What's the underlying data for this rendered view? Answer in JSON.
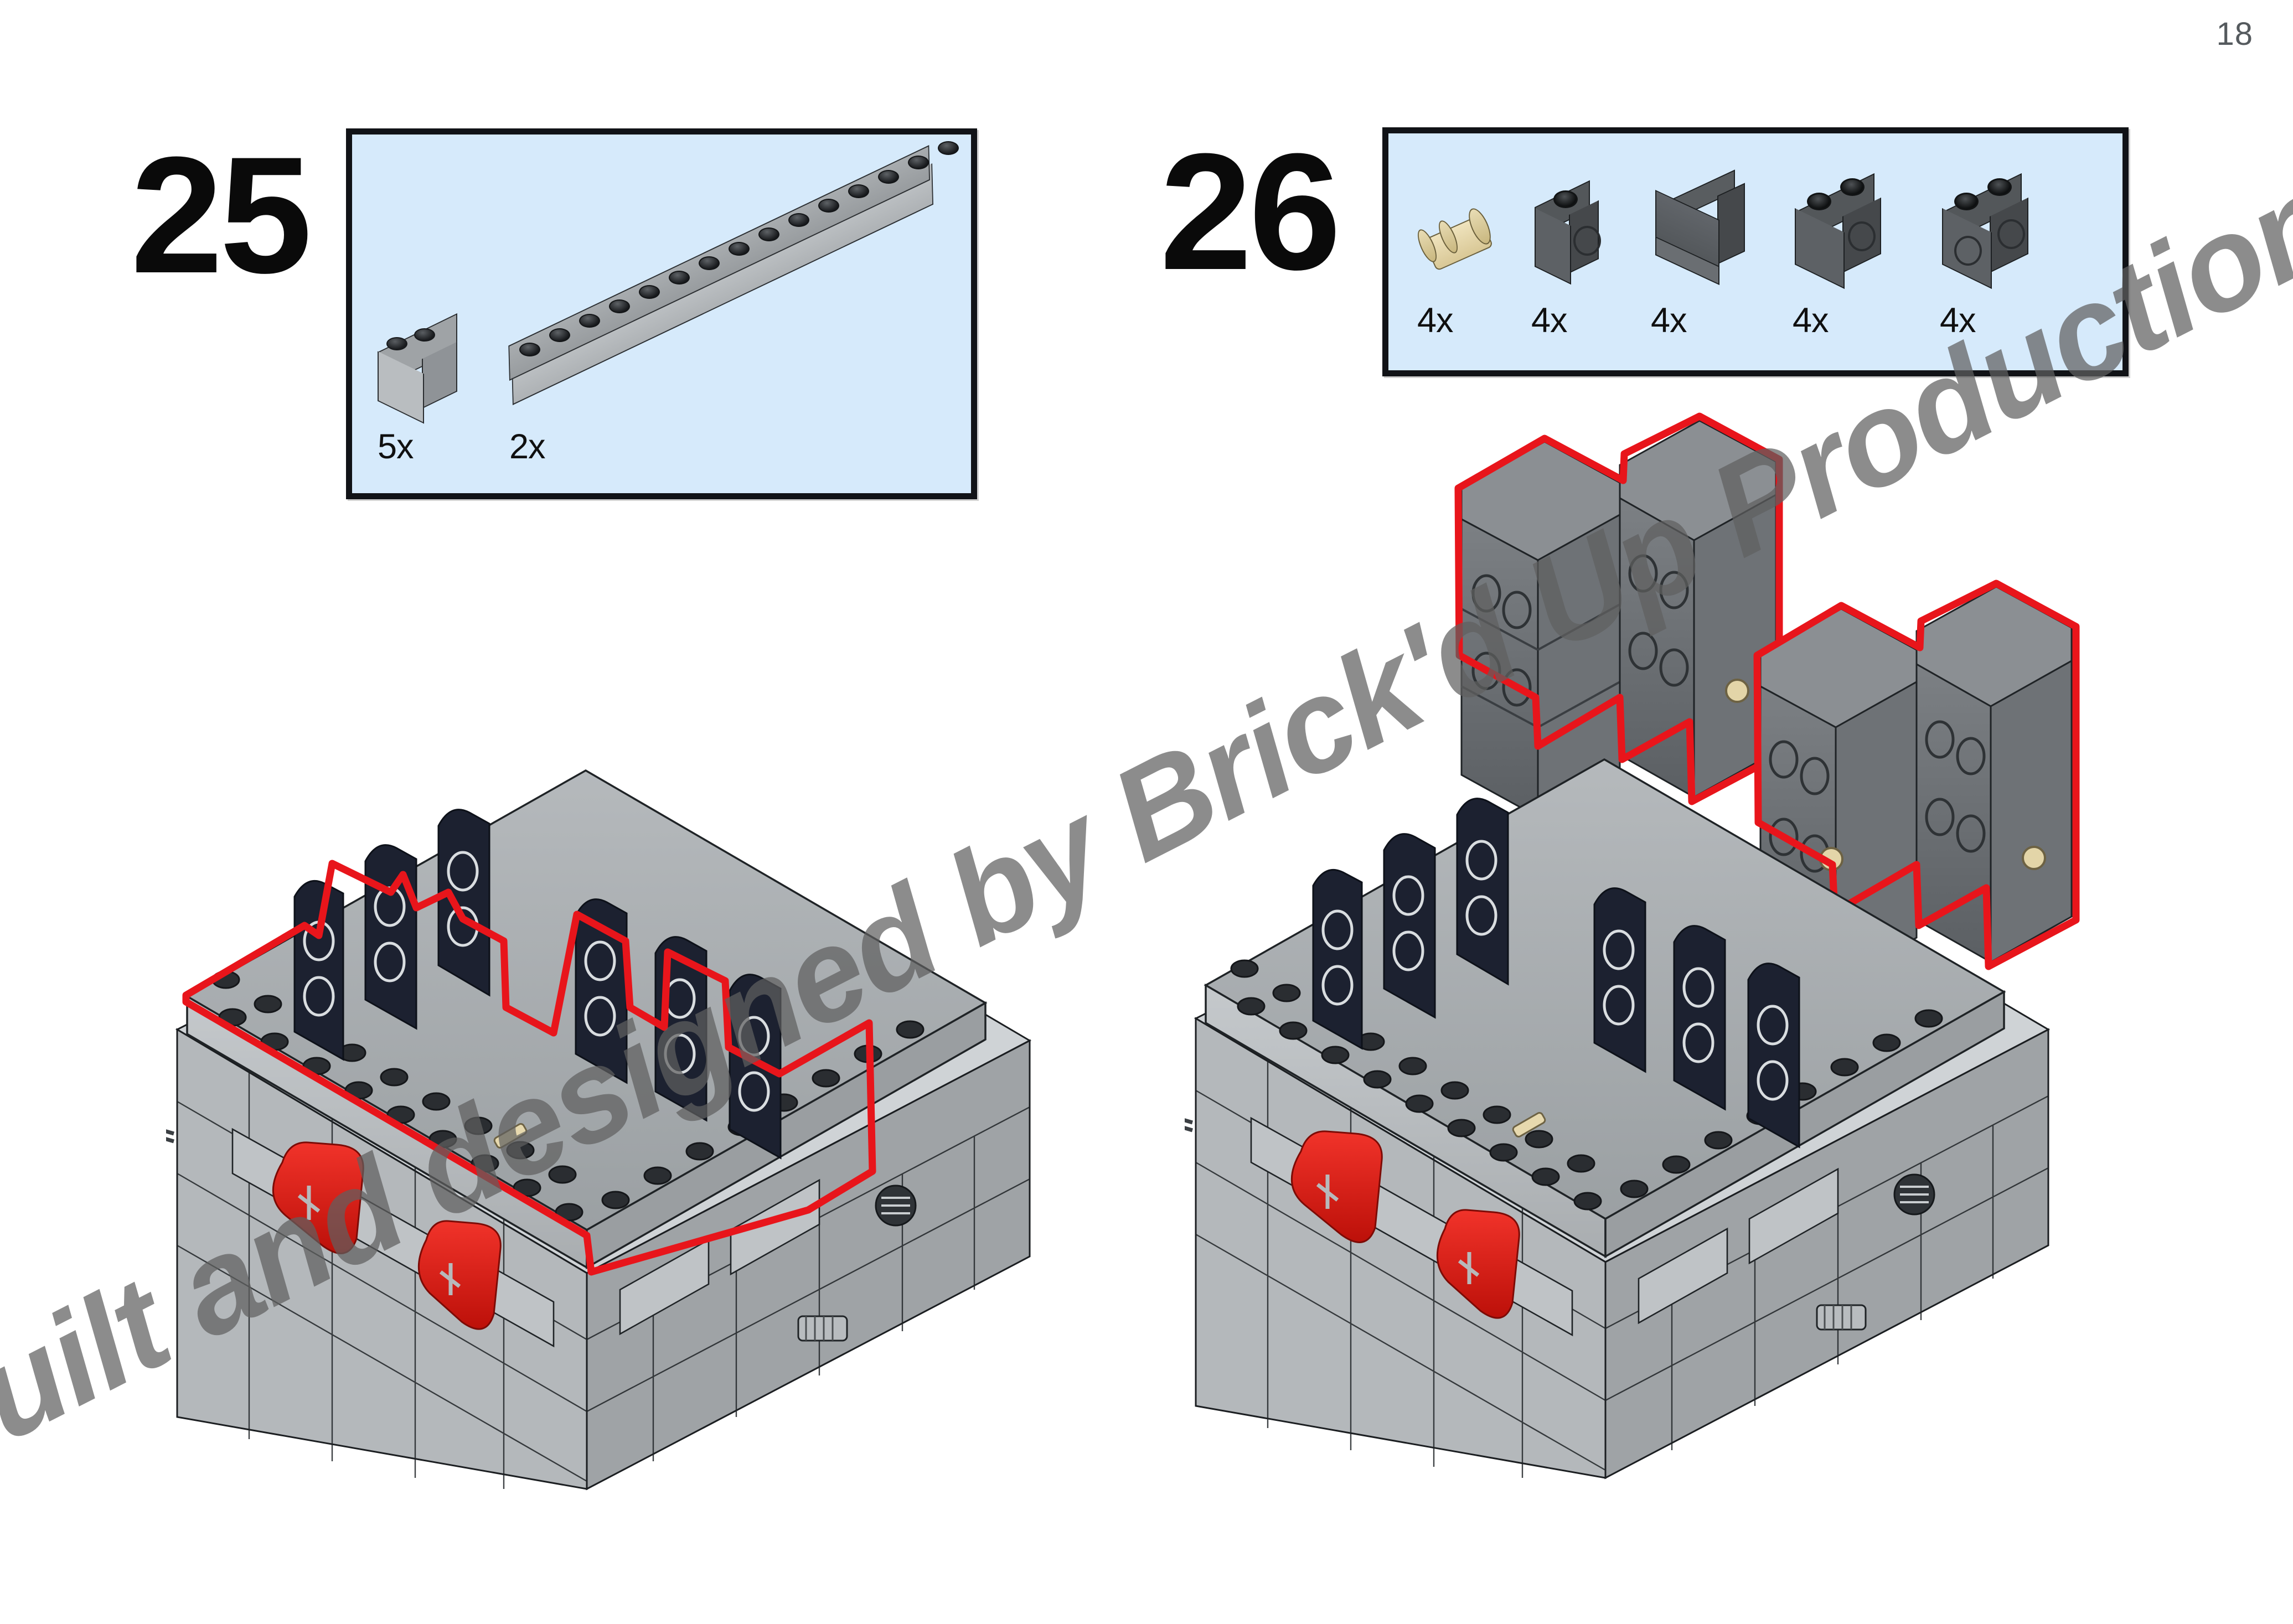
{
  "page": {
    "number": "18",
    "background_color": "#ffffff"
  },
  "watermark": {
    "text": "Built and designed by Brick'd Up Productions",
    "color": "#606060"
  },
  "colors": {
    "parts_box_fill": "#d6eafb",
    "parts_box_border": "#111317",
    "highlight_outline": "#e8151b",
    "brick_gray": "#b9bdc0",
    "brick_dark_gray": "#53575a",
    "base_navy": "#1a1f2e",
    "technic_red": "#e01b12",
    "pin_tan": "#e3d5a8"
  },
  "steps": [
    {
      "id": "step-25",
      "number": "25",
      "parts": [
        {
          "name": "brick-1x2",
          "count": "5x",
          "color": "light-gray"
        },
        {
          "name": "brick-1x16",
          "count": "2x",
          "color": "light-gray"
        }
      ]
    },
    {
      "id": "step-26",
      "number": "26",
      "parts": [
        {
          "name": "technic-pin-friction",
          "count": "4x",
          "color": "tan"
        },
        {
          "name": "brick-1x1-with-hole",
          "count": "4x",
          "color": "dark-gray"
        },
        {
          "name": "panel-1x2x2",
          "count": "4x",
          "color": "dark-gray"
        },
        {
          "name": "brick-1x2-with-holes",
          "count": "4x",
          "color": "dark-gray"
        },
        {
          "name": "brick-1x2-with-two-holes",
          "count": "4x",
          "color": "dark-gray"
        }
      ]
    }
  ]
}
